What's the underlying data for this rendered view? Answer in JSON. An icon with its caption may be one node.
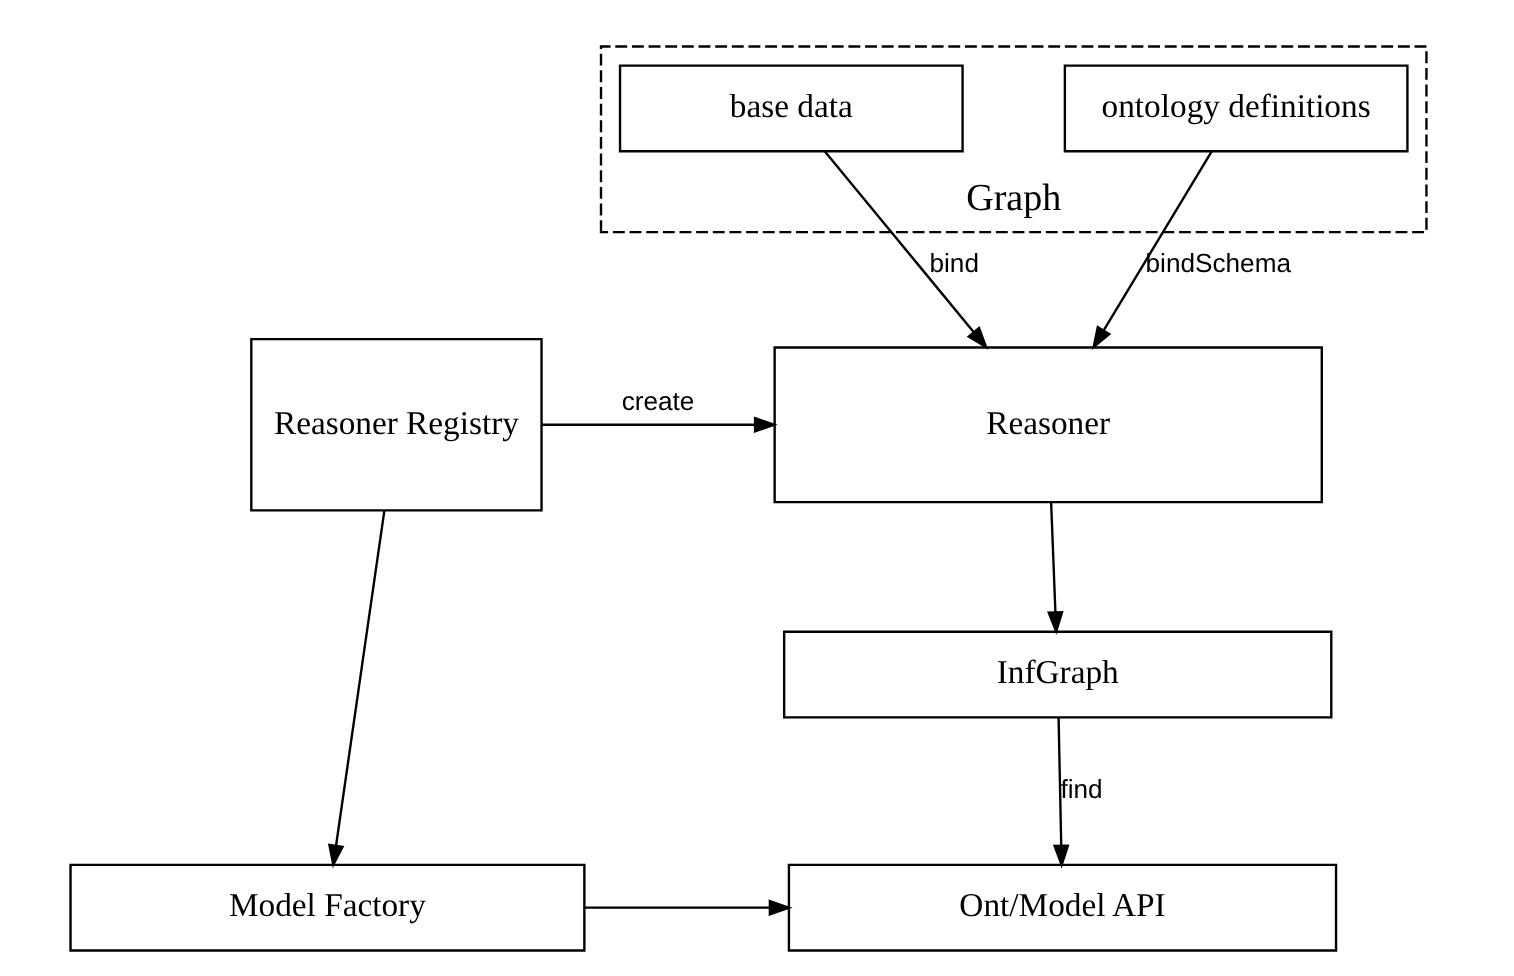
{
  "diagram": {
    "nodes": [
      {
        "text": [
          "Graph"
        ]
      },
      {
        "text": [
          "base data"
        ],
        "in": 0
      },
      {
        "text": [
          "ontology definitions"
        ],
        "in": 0
      },
      {
        "text": [
          "Reasoner"
        ]
      },
      {
        "text": [
          "Reasoner Registry"
        ]
      },
      {
        "text": [
          "InfGraph"
        ]
      },
      {
        "text": [
          "Model Factory"
        ]
      },
      {
        "text": [
          "Ont/Model API"
        ]
      }
    ],
    "edges": [
      {
        "from": 1,
        "to": 3,
        "arrow": "to",
        "label": "bind"
      },
      {
        "from": 2,
        "to": 3,
        "arrow": "to",
        "label": "bindSchema"
      },
      {
        "from": 4,
        "to": 3,
        "arrow": "to",
        "label": "create"
      },
      {
        "from": 3,
        "to": 5,
        "arrow": "to"
      },
      {
        "from": 5,
        "to": 7,
        "arrow": "to",
        "label": "find"
      },
      {
        "from": 4,
        "to": 6,
        "arrow": "to"
      },
      {
        "from": 6,
        "to": 7,
        "arrow": "to"
      }
    ]
  }
}
